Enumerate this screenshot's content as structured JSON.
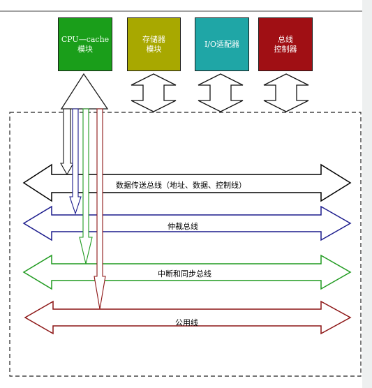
{
  "modules": [
    {
      "line1": "CPU—cache",
      "line2": "模块",
      "fill": "#1a9e1a",
      "text_color": "#f0fff0"
    },
    {
      "line1": "存储器",
      "line2": "模块",
      "fill": "#a8a800",
      "text_color": "#ffffff"
    },
    {
      "line1": "I/O适配器",
      "line2": "",
      "fill": "#1fa6a6",
      "text_color": "#ffffff"
    },
    {
      "line1": "总线",
      "line2": "控制器",
      "fill": "#a00f14",
      "text_color": "#ffffff"
    }
  ],
  "buses": [
    {
      "label": "数据传送总线（地址、数据、控制线）",
      "color": "#000000"
    },
    {
      "label": "仲裁总线",
      "color": "#1a1a8c"
    },
    {
      "label": "中断和同步总线",
      "color": "#1f9a1f"
    },
    {
      "label": "公用线",
      "color": "#8c1414"
    }
  ]
}
